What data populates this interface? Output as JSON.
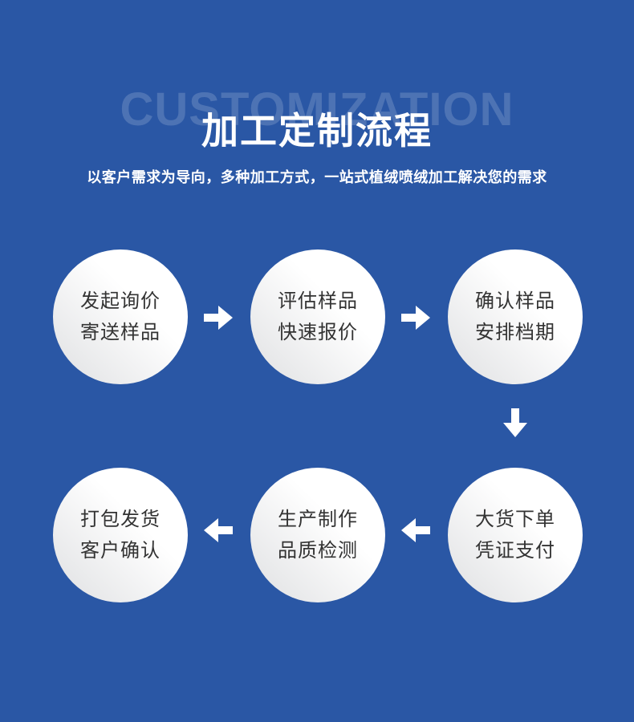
{
  "page": {
    "watermark": "CUSTOMIZATION",
    "title": "加工定制流程",
    "subtitle": "以客户需求为导向，多种加工方式，一站式植绒喷绒加工解决您的需求",
    "colors": {
      "background": "#2a57a5",
      "watermark_text": "rgba(255,255,255,0.17)",
      "heading_text": "#ffffff",
      "circle_fill_top": "#ffffff",
      "circle_fill_bottom": "#dfe0e2",
      "circle_text": "#333333",
      "arrow": "#ffffff"
    },
    "icons": {
      "arrow_right": "→",
      "arrow_down": "↓",
      "arrow_left": "←"
    }
  },
  "flow": {
    "rows": [
      {
        "connector_direction": "right",
        "steps": [
          {
            "line1": "发起询价",
            "line2": "寄送样品"
          },
          {
            "line1": "评估样品",
            "line2": "快速报价"
          },
          {
            "line1": "确认样品",
            "line2": "安排档期"
          }
        ]
      },
      {
        "connector_direction": "left",
        "steps": [
          {
            "line1": "打包发货",
            "line2": "客户确认"
          },
          {
            "line1": "生产制作",
            "line2": "品质检测"
          },
          {
            "line1": "大货下单",
            "line2": "凭证支付"
          }
        ]
      }
    ],
    "row_link_direction": "down"
  }
}
